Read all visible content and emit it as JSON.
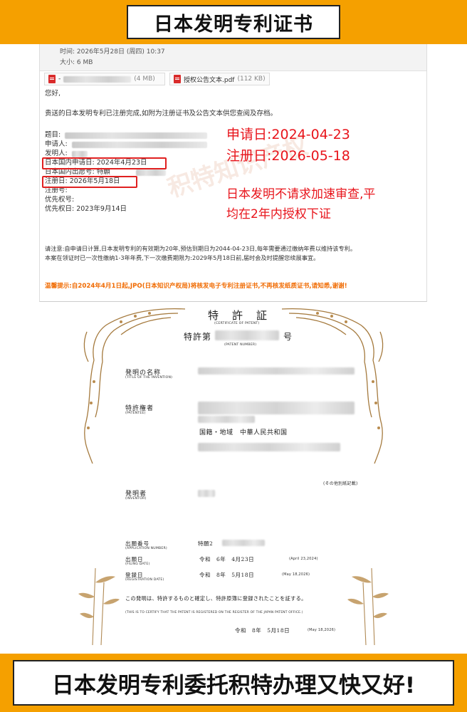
{
  "banner_top": {
    "title": "日本发明专利证书"
  },
  "banner_bottom": {
    "title": "日本发明专利委托积特办理又快又好!"
  },
  "email": {
    "time": "时间: 2026年5月28日 (周四) 10:37",
    "size": "大小: 6 MB",
    "attachments": [
      {
        "name": "-",
        "size": "(4 MB)"
      },
      {
        "name": "授权公告文本.pdf",
        "size": "(112 KB)"
      }
    ],
    "greeting": "您好,",
    "intro": "贵送的日本发明专利已注册完成,如附为注册证书及公告文本供您查阅及存档。",
    "fields": {
      "title_label": "题目:",
      "applicant_label": "申请人:",
      "inventor_label": "发明人:",
      "filing_date": "日本国内申请日: 2024年4月23日",
      "domestic_app_no": "日本国内出愿号: 特願",
      "registration_date": "注册日: 2026年5月18日",
      "reg_no_label": "注册号:",
      "priority_no_label": "优先权号:",
      "priority_date": "优先权日: 2023年9月14日"
    },
    "notice_line1": "请注意:自申请日计算,日本发明专利的有效期为20年,预估到期日为2044-04-23日,每年需要通过缴纳年费以维持该专利。",
    "notice_line2": "本案在领证时已一次性缴纳1-3年年费,下一次缴费期限为:2029年5月18日前,届时会及时提醒您续展事宜。",
    "tip": "温馨提示:自2024年4月1日起,JPO(日本知识产权局)将核发电子专利注册证书,不再核发纸质证书,请知悉,谢谢!",
    "watermark": "积特知识产权"
  },
  "annotation": {
    "filing_date": "申请日:2024-04-23",
    "registration_date": "注册日:2026-05-18",
    "note_line1": "日本发明不请求加速审查,平",
    "note_line2": "均在2年内授权下证"
  },
  "certificate": {
    "title": "特　許　証",
    "title_en": "(CERTIFICATE OF PATENT)",
    "patent_no_prefix": "特許第",
    "patent_no_suffix": "号",
    "patent_no_en": "(PATENT NUMBER)",
    "invention_title_label": "発明の名称",
    "invention_title_en": "(TITLE OF THE INVENTION)",
    "patentee_label": "特許権者",
    "patentee_en": "(PATENTEE)",
    "nationality": "国籍・地域　中華人民共和国",
    "others_note": "(その他別紙記載)",
    "inventor_label": "発明者",
    "inventor_en": "(INVENTOR)",
    "app_no_label": "出願番号",
    "app_no_en": "(APPLICATION NUMBER)",
    "app_no_value": "特願2",
    "filing_label": "出願日",
    "filing_en": "(FILING DATE)",
    "filing_value": "令和　6年　4月23日",
    "filing_value_en": "(April 23,2024)",
    "reg_label": "登録日",
    "reg_en": "(REGISTRATION DATE)",
    "reg_value": "令和　8年　5月18日",
    "reg_value_en": "(May 18,2026)",
    "certify_jp": "この発明は、特許するものと確定し、特許原簿に登録されたことを証する。",
    "certify_en": "(THIS IS TO CERTIFY THAT THE PATENT IS REGISTERED ON THE REGISTER OF THE JAPAN PATENT OFFICE.)",
    "issue_date": "令和　8年　5月18日",
    "issue_date_en": "(May 18,2026)"
  }
}
